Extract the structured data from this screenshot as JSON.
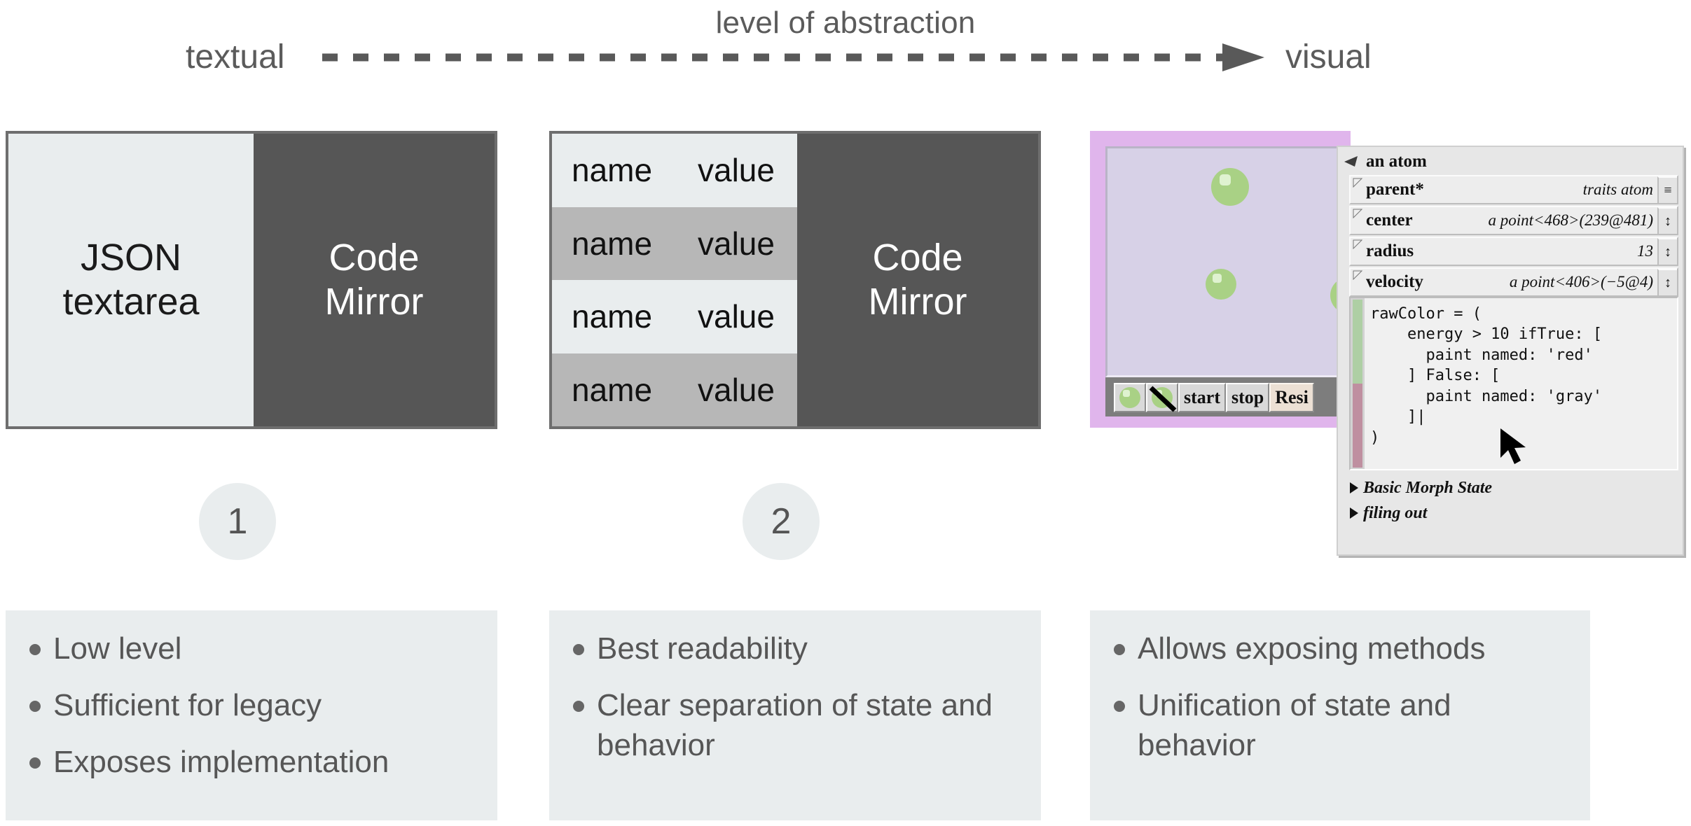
{
  "axis": {
    "title": "level of abstraction",
    "left_label": "textual",
    "right_label": "visual"
  },
  "panels": {
    "one": {
      "left_text": "JSON\ntextarea",
      "right_text": "Code\nMirror",
      "badge": "1"
    },
    "two": {
      "rows": [
        {
          "name": "name",
          "value": "value"
        },
        {
          "name": "name",
          "value": "value"
        },
        {
          "name": "name",
          "value": "value"
        },
        {
          "name": "name",
          "value": "value"
        }
      ],
      "right_text": "Code\nMirror",
      "badge": "2"
    },
    "three": {
      "toolbar": {
        "add_atom_label": "",
        "remove_atom_label": "",
        "start_label": "start",
        "stop_label": "stop",
        "reset_label": "Resi"
      }
    }
  },
  "inspector": {
    "title": "an atom",
    "fields": [
      {
        "name": "parent*",
        "value": "traits atom",
        "handle": "≡"
      },
      {
        "name": "center",
        "value": "a point<468>(239@481)",
        "handle": "↕"
      },
      {
        "name": "radius",
        "value": "13",
        "handle": "↕"
      },
      {
        "name": "velocity",
        "value": "a point<406>(−5@4)",
        "handle": "↕"
      }
    ],
    "code": "rawColor = (\n    energy > 10 ifTrue: [\n      paint named: 'red'\n    ] False: [\n      paint named: 'gray'\n    ]|\n)",
    "disclosures": [
      "Basic Morph State",
      "filing out"
    ]
  },
  "bullets": {
    "one": [
      "Low level",
      "Sufficient for legacy",
      "Exposes implementation"
    ],
    "two": [
      "Best readability",
      "Clear separation of state and behavior"
    ],
    "three": [
      "Allows exposing methods",
      "Unification of state and behavior"
    ]
  },
  "colors": {
    "panel_dark": "#565656",
    "panel_light": "#e9edee",
    "row_alt": "#b7b7b7",
    "world_border": "#e0b5ec",
    "world_bg": "#d7d1e7",
    "atom_green": "#a9d185",
    "text_gray": "#565656"
  }
}
